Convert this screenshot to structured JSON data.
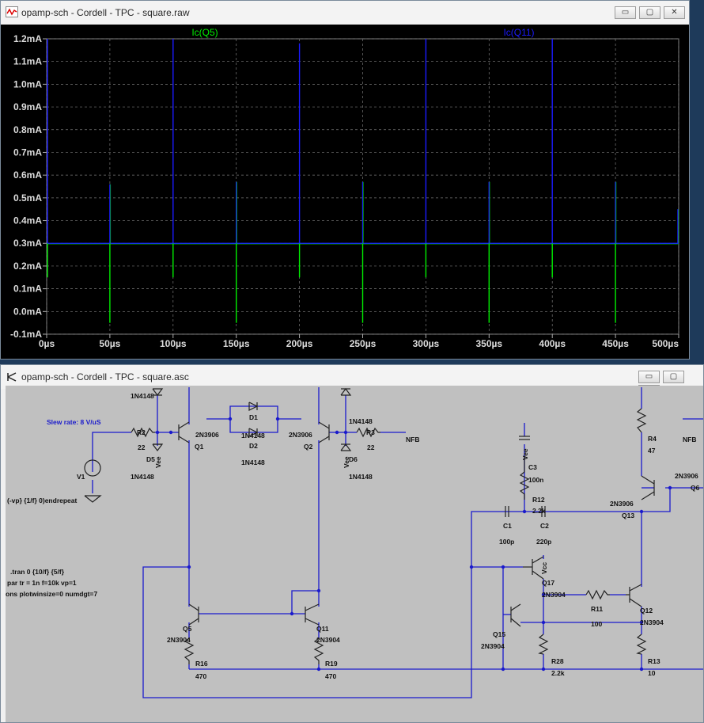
{
  "plot_window": {
    "title": "opamp-sch - Cordell - TPC - square.raw",
    "buttons": {
      "minimize": "▭",
      "maximize": "▢",
      "close": "✕"
    }
  },
  "schematic_window": {
    "title": "opamp-sch - Cordell - TPC - square.asc",
    "buttons": {
      "minimize": "▭",
      "maximize": "▢",
      "close": "✕"
    }
  },
  "colors": {
    "plot_bg": "#000000",
    "series1": "#00ee00",
    "series2": "#1a1aff",
    "sch_bg": "#c0c0c0",
    "wire": "#1a1acc"
  },
  "chart_data": {
    "type": "line",
    "series": [
      {
        "name": "Ic(Q5)",
        "color": "#00ee00"
      },
      {
        "name": "Ic(Q11)",
        "color": "#1a1aff"
      }
    ],
    "xlim": [
      0,
      500
    ],
    "ylim": [
      -0.1,
      1.2
    ],
    "x_ticks": [
      "0µs",
      "50µs",
      "100µs",
      "150µs",
      "200µs",
      "250µs",
      "300µs",
      "350µs",
      "400µs",
      "450µs",
      "500µs"
    ],
    "y_ticks": [
      "1.2mA",
      "1.1mA",
      "1.0mA",
      "0.9mA",
      "0.8mA",
      "0.7mA",
      "0.6mA",
      "0.5mA",
      "0.4mA",
      "0.3mA",
      "0.2mA",
      "0.1mA",
      "0.0mA",
      "-0.1mA"
    ],
    "baseline_mA": 0.3,
    "grid": true,
    "spikes": [
      {
        "t": 0,
        "q11_hi": 1.2,
        "q5_lo": 0.15
      },
      {
        "t": 50,
        "q11_hi": 0.56,
        "q5_lo": -0.05
      },
      {
        "t": 100,
        "q11_hi": 1.2,
        "q5_lo": 0.15
      },
      {
        "t": 150,
        "q11_hi": 0.57,
        "q5_lo": -0.05
      },
      {
        "t": 200,
        "q11_hi": 1.18,
        "q5_lo": 0.15
      },
      {
        "t": 250,
        "q11_hi": 0.57,
        "q5_lo": -0.05
      },
      {
        "t": 300,
        "q11_hi": 1.2,
        "q5_lo": 0.15
      },
      {
        "t": 350,
        "q11_hi": 0.57,
        "q5_lo": -0.05
      },
      {
        "t": 400,
        "q11_hi": 1.2,
        "q5_lo": 0.15
      },
      {
        "t": 450,
        "q11_hi": 0.57,
        "q5_lo": -0.05
      },
      {
        "t": 500,
        "q11_hi": 0.45,
        "q5_lo": 0.3
      }
    ]
  },
  "schematic": {
    "slew_rate": "Slew rate: 8 V/uS",
    "spice_lines": [
      "(-vp} {1/f} 0)endrepeat",
      ".tran 0 {10/f} {5/f}",
      "par tr = 1n f=10k vp=1",
      "ons plotwinsize=0 numdgt=7"
    ],
    "labels": {
      "d1n_a": "1N4148",
      "r2": "R2",
      "r2v": "22",
      "d5": "D5",
      "d5v": "1N4148",
      "vee1": "Vee",
      "v1": "V1",
      "q1t": "2N3906",
      "q1": "Q1",
      "d1": "D1",
      "d1v": "1N4148",
      "d2": "D2",
      "d2v": "1N4148",
      "q2t": "2N3906",
      "q2": "Q2",
      "d1n_b": "1N4148",
      "r3": "R3",
      "r3v": "22",
      "nfb1": "NFB",
      "d6": "D6",
      "d6v": "1N4148",
      "vee2": "Vee",
      "vee3": "Vee",
      "c3": "C3",
      "c3v": "100n",
      "r12": "R12",
      "r12v": "2.2k",
      "c1": "C1",
      "c1v": "100p",
      "c2": "C2",
      "c2v": "220p",
      "r4": "R4",
      "r4v": "47",
      "nfb2": "NFB",
      "q6t": "2N3906",
      "q6": "Q6",
      "q13t": "2N3906",
      "q13": "Q13",
      "vcc": "Vcc",
      "q17": "Q17",
      "q17t": "2N3904",
      "r11": "R11",
      "r11v": "100",
      "q12": "Q12",
      "q12t": "2N3904",
      "q15": "Q15",
      "q15t": "2N3904",
      "r28": "R28",
      "r28v": "2.2k",
      "r13": "R13",
      "r13v": "10",
      "q5": "Q5",
      "q5t": "2N3904",
      "q11": "Q11",
      "q11t": "2N3904",
      "r16": "R16",
      "r16v": "470",
      "r19": "R19",
      "r19v": "470"
    }
  }
}
